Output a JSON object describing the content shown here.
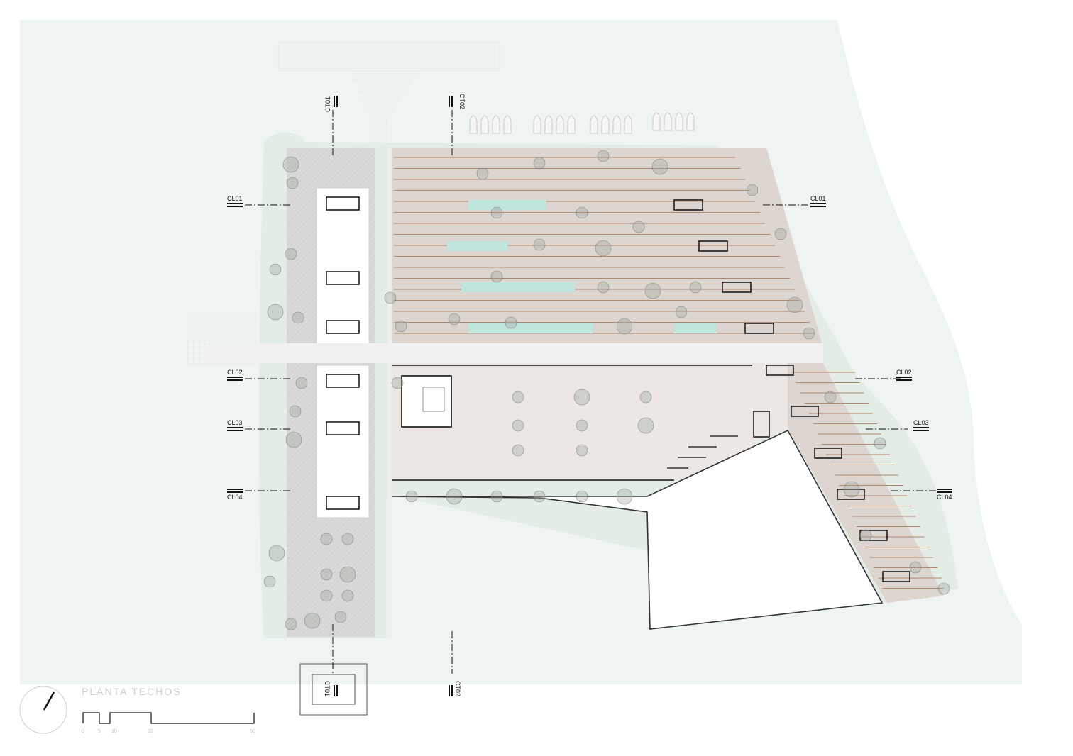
{
  "drawing": {
    "title": "PLANTA TECHOS",
    "colors": {
      "water": "#eef4f2",
      "vegetation": "#e4ece6",
      "deck": "#ddd6d0",
      "deck_dark": "#cfc6c0",
      "roof_line": "#b08870",
      "paving": "#d9d9d9",
      "plaza": "#ece7e3",
      "pool": "#bfe5dd",
      "tree": "#9aa39c",
      "ink": "#111111"
    }
  },
  "section_markers": {
    "longitudinal": [
      "CL01",
      "CL02",
      "CL03",
      "CL04"
    ],
    "transversal": [
      "CT01",
      "CT02"
    ]
  },
  "scale_bar": {
    "ticks": [
      "0",
      "5",
      "10",
      "20",
      "50"
    ]
  },
  "north_arrow": {
    "icon": "north-arrow-icon"
  }
}
